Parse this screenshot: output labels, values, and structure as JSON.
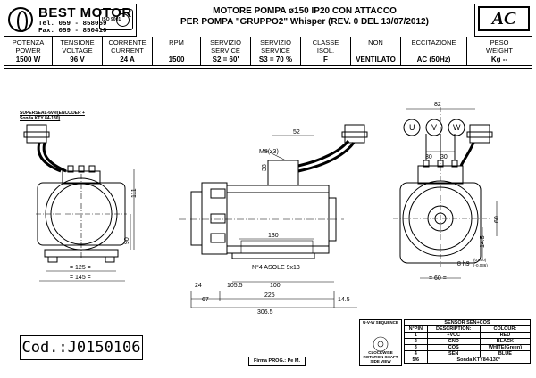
{
  "brand": {
    "name": "BEST MOTOR",
    "tel": "Tel. 059 - 858059",
    "fax": "Fax. 059 - 850410",
    "iso": "ISO 9001"
  },
  "title": {
    "line1": "MOTORE POMPA ø150 IP20 CON ATTACCO",
    "line2": "PER POMPA \"GRUPPO2\" Whisper (REV. 0 DEL 13/07/2012)"
  },
  "badge": "AC",
  "specs": [
    {
      "label": "POTENZA\nPOWER",
      "value": "1500 W"
    },
    {
      "label": "TENSIONE\nVOLTAGE",
      "value": "96 V"
    },
    {
      "label": "CORRENTE\nCURRENT",
      "value": "24 A"
    },
    {
      "label": "RPM",
      "value": "1500"
    },
    {
      "label": "SERVIZIO\nSERVICE",
      "value": "S2 = 60'"
    },
    {
      "label": "SERVIZIO\nSERVICE",
      "value": "S3 = 70 %"
    },
    {
      "label": "CLASSE\nISOL.",
      "value": "F"
    },
    {
      "label": "NON",
      "value": "VENTILATO"
    },
    {
      "label": "ECCITAZIONE",
      "value": "AC (50Hz)"
    },
    {
      "label": "PESO\nWEIGHT",
      "value": "Kg --"
    }
  ],
  "note": {
    "line1": "SUPERSEAL-6vie(ENCODER +",
    "line2": "Sonda KTY 84-130)"
  },
  "dims": {
    "d111": "111",
    "d90": "90",
    "d125": "= 125 =",
    "d145": "= 145 =",
    "d52": "52",
    "m8": "M8(x3)",
    "d38": "38",
    "d130": "130",
    "asole": "N°4 ASOLE 9x13",
    "d24": "24",
    "d1055": "105.5",
    "d100": "100",
    "d67": "67",
    "d225": "225",
    "d145b": "14.5",
    "d3065": "306.5",
    "d82": "82",
    "d30a": "30",
    "d30b": "30",
    "d60v": "60",
    "d145c": "14.5",
    "d60h": "= 60 =",
    "tol": "8 h9",
    "tol_hi": "(0.000)",
    "tol_lo": "(-0.036)"
  },
  "phases": [
    "U",
    "V",
    "W"
  ],
  "code": "Cod.:J0150106",
  "firma": "Firma PROG.: Pe M.",
  "sequence": {
    "title": "U-V-W SEQUENCE",
    "sub": "CLOCKWISE ROTATION SHAFT SIDE VIEW"
  },
  "sensor": {
    "header": "SENSOR SEN+COS",
    "columns": [
      "N°PIN",
      "DESCRIPTION:",
      "COLOUR:"
    ],
    "rows": [
      [
        "1",
        "+VCC",
        "RED"
      ],
      [
        "2",
        "GND",
        "BLACK"
      ],
      [
        "3",
        "COS",
        "WHITE(Green)"
      ],
      [
        "4",
        "SEN",
        "BLUE"
      ],
      [
        "5/6",
        "Sonda KTY84-130°",
        ""
      ]
    ]
  }
}
